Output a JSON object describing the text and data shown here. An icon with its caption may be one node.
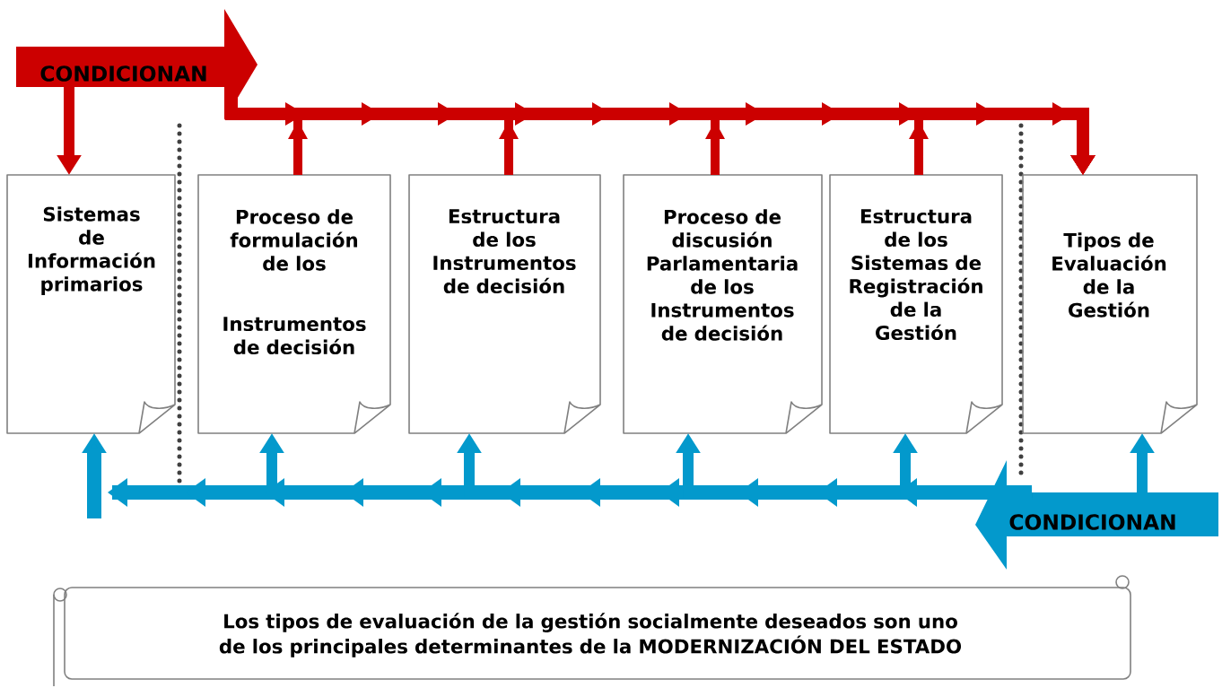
{
  "diagram": {
    "nodes": [
      {
        "text": [
          "CONDICIONAN"
        ]
      },
      {
        "text": [
          "Sistemas de Información primarios"
        ]
      },
      {
        "text": [
          "Proceso de formulación de los",
          "Instrumentos de decisión"
        ]
      },
      {
        "text": [
          "Estructura de los Instrumentos de decisión"
        ]
      },
      {
        "text": [
          "Proceso de discusión Parlamentaria de los Instrumentos de decisión"
        ]
      },
      {
        "text": [
          "Estructura de los Sistemas de Registración de la Gestión"
        ]
      },
      {
        "text": [
          "Tipos de Evaluación de la Gestión"
        ]
      },
      {
        "text": [
          "CONDICIONAN"
        ]
      },
      {
        "text": [
          "Los tipos de evaluación de la gestión socialmente deseados son uno de los principales determinantes de la MODERNIZACIÓN DEL ESTADO"
        ]
      }
    ],
    "edges": [
      {
        "from": 0,
        "to": 1,
        "arrow": "to",
        "color": "#cc0000"
      },
      {
        "from": 0,
        "to": 6,
        "arrow": "to",
        "color": "#cc0000"
      },
      {
        "from": 2,
        "to": 6,
        "arrow": "to",
        "color": "#cc0000"
      },
      {
        "from": 3,
        "to": 6,
        "arrow": "to",
        "color": "#cc0000"
      },
      {
        "from": 4,
        "to": 6,
        "arrow": "to",
        "color": "#cc0000"
      },
      {
        "from": 5,
        "to": 6,
        "arrow": "to",
        "color": "#cc0000"
      },
      {
        "from": 7,
        "to": 1,
        "arrow": "to",
        "color": "#0399cc"
      },
      {
        "from": 7,
        "to": 2,
        "arrow": "to",
        "color": "#0399cc"
      },
      {
        "from": 7,
        "to": 3,
        "arrow": "to",
        "color": "#0399cc"
      },
      {
        "from": 7,
        "to": 4,
        "arrow": "to",
        "color": "#0399cc"
      },
      {
        "from": 7,
        "to": 5,
        "arrow": "to",
        "color": "#0399cc"
      },
      {
        "from": 7,
        "to": 6,
        "arrow": "to",
        "color": "#0399cc"
      }
    ]
  }
}
